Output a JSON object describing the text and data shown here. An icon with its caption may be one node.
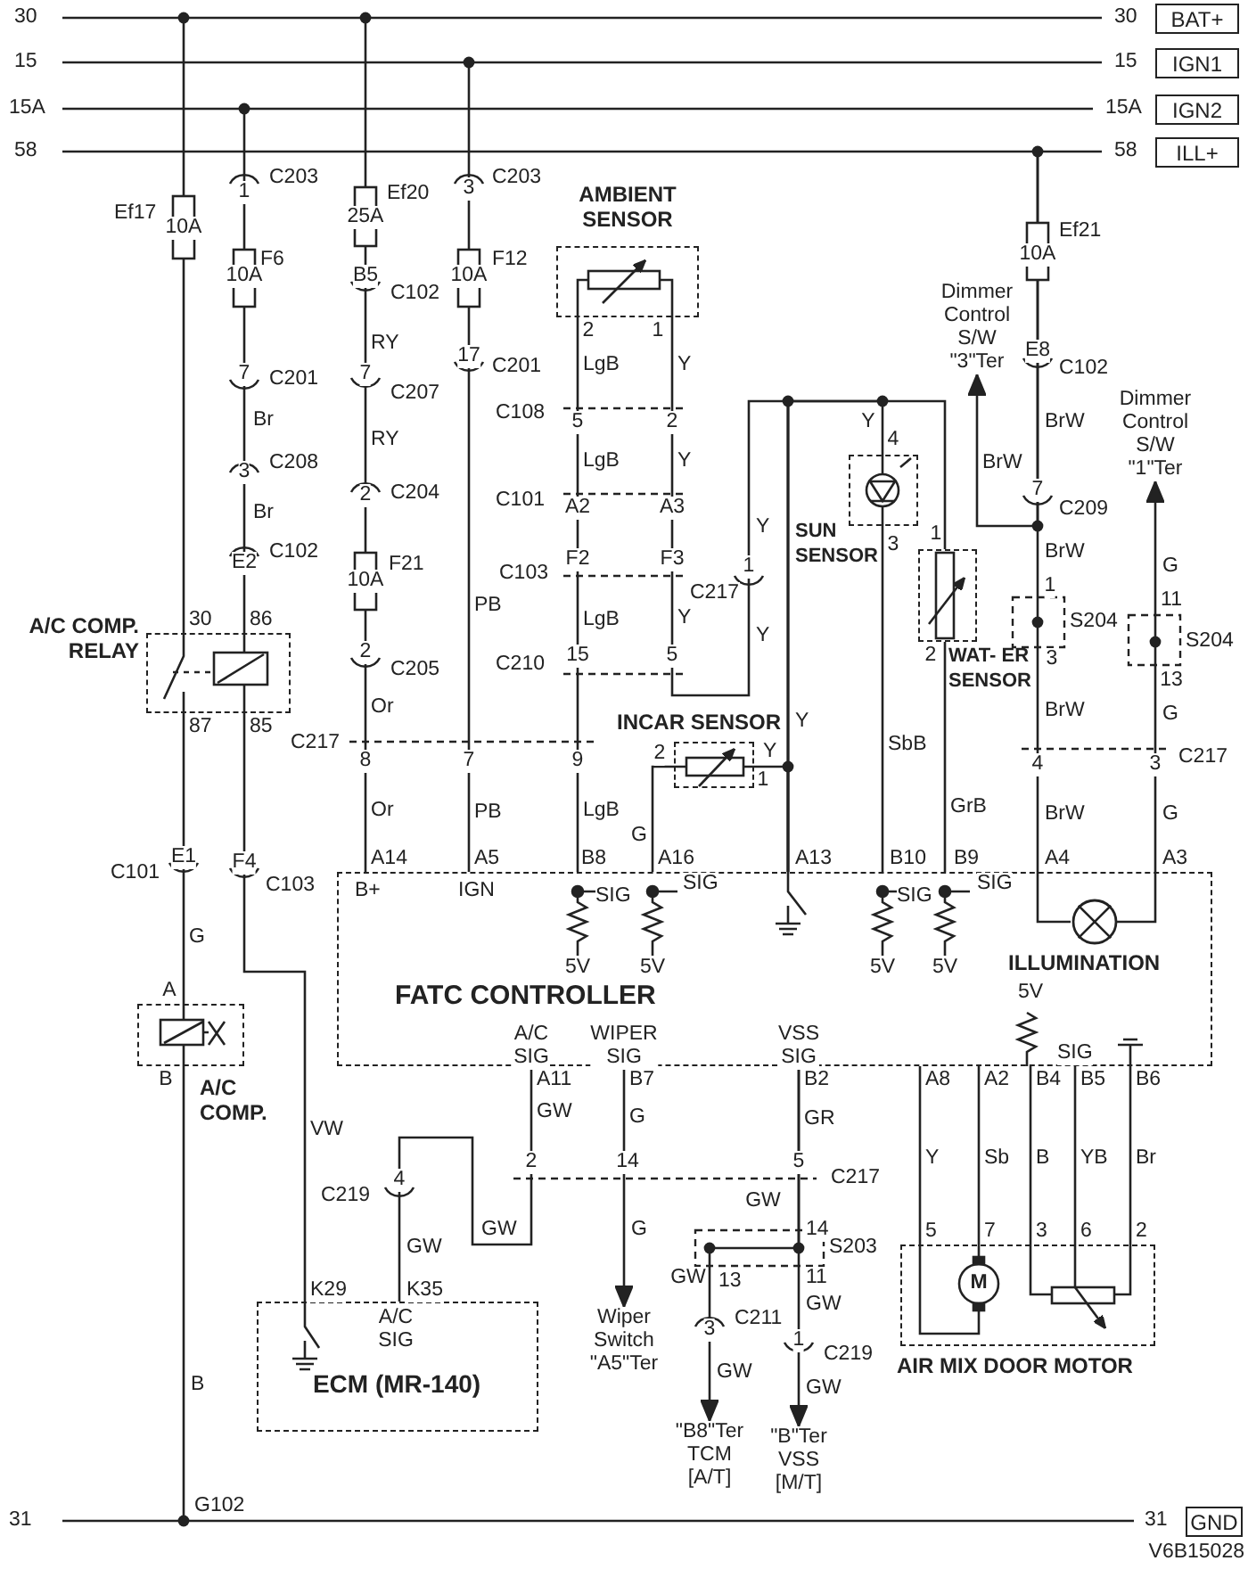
{
  "diagram": {
    "nodes": [
      {
        "text": [
          "BAT+"
        ]
      },
      {
        "text": [
          "IGN1"
        ]
      },
      {
        "text": [
          "IGN2"
        ]
      },
      {
        "text": [
          "ILL+"
        ]
      },
      {
        "text": [
          "GND"
        ]
      },
      {
        "text": [
          "A/C COMP. RELAY"
        ]
      },
      {
        "text": [
          "A/C COMP."
        ]
      },
      {
        "text": [
          "AMBIENT SENSOR"
        ]
      },
      {
        "text": [
          "SUN SENSOR"
        ]
      },
      {
        "text": [
          "WAT- ER SENSOR"
        ]
      },
      {
        "text": [
          "INCAR SENSOR"
        ]
      },
      {
        "text": [
          "FATC CONTROLLER"
        ]
      },
      {
        "text": [
          "ILLUMINATION"
        ],
        "in": 11
      },
      {
        "text": [
          "ECM (MR-140)"
        ]
      },
      {
        "text": [
          "AIR MIX DOOR MOTOR"
        ]
      },
      {
        "text": [
          "Dimmer Control S/W \"3\"Ter"
        ]
      },
      {
        "text": [
          "Dimmer Control S/W \"1\"Ter"
        ]
      },
      {
        "text": [
          "Wiper Switch \"A5\"Ter"
        ]
      },
      {
        "text": [
          "\"B8\"Ter TCM [A/T]"
        ]
      },
      {
        "text": [
          "\"B\"Ter VSS [M/T]"
        ]
      },
      {
        "text": [],
        "shape": "bar"
      },
      {
        "text": [],
        "shape": "bar"
      },
      {
        "text": [],
        "shape": "bar"
      },
      {
        "text": [],
        "shape": "bar"
      },
      {
        "text": [],
        "shape": "bar"
      }
    ],
    "edges": [
      {
        "from": 20,
        "to": 5,
        "arrow": "none"
      },
      {
        "from": 22,
        "to": 5,
        "arrow": "none"
      },
      {
        "from": 5,
        "to": 6,
        "arrow": "none"
      },
      {
        "from": 5,
        "to": 13,
        "arrow": "none"
      },
      {
        "from": 6,
        "to": 24,
        "arrow": "none"
      },
      {
        "from": 20,
        "to": 11,
        "arrow": "none"
      },
      {
        "from": 21,
        "to": 11,
        "arrow": "none"
      },
      {
        "from": 7,
        "to": 11,
        "arrow": "none"
      },
      {
        "from": 7,
        "to": 11,
        "arrow": "none"
      },
      {
        "from": 10,
        "to": 11,
        "arrow": "none"
      },
      {
        "from": 8,
        "to": 11,
        "arrow": "none"
      },
      {
        "from": 9,
        "to": 11,
        "arrow": "none"
      },
      {
        "from": 8,
        "to": 11,
        "arrow": "none"
      },
      {
        "from": 9,
        "to": 11,
        "arrow": "none"
      },
      {
        "from": 10,
        "to": 11,
        "arrow": "none"
      },
      {
        "from": 23,
        "to": 12,
        "arrow": "none"
      },
      {
        "from": 23,
        "to": 15,
        "arrow": "to"
      },
      {
        "from": 12,
        "to": 16,
        "arrow": "to"
      },
      {
        "from": 11,
        "to": 13,
        "arrow": "none"
      },
      {
        "from": 11,
        "to": 17,
        "arrow": "to"
      },
      {
        "from": 11,
        "to": 18,
        "arrow": "to"
      },
      {
        "from": 11,
        "to": 19,
        "arrow": "to"
      },
      {
        "from": 11,
        "to": 14,
        "arrow": "none"
      },
      {
        "from": 11,
        "to": 14,
        "arrow": "none"
      },
      {
        "from": 11,
        "to": 14,
        "arrow": "none"
      },
      {
        "from": 11,
        "to": 14,
        "arrow": "none"
      },
      {
        "from": 11,
        "to": 14,
        "arrow": "none"
      }
    ],
    "labels": [
      "30",
      "15",
      "15A",
      "58",
      "30",
      "15",
      "15A",
      "58",
      "Ef17",
      "10A",
      "1",
      "C203",
      "F6",
      "10A",
      "7",
      "C201",
      "Br",
      "3",
      "C208",
      "Br",
      "E2",
      "C102",
      "30",
      "86",
      "87",
      "85",
      "C101",
      "E1",
      "F4",
      "C103",
      "G",
      "A",
      "B",
      "VW",
      "B",
      "G102",
      "31",
      "31",
      "V6B15028",
      "Ef20",
      "25A",
      "B5",
      "C102",
      "RY",
      "7",
      "C207",
      "RY",
      "2",
      "C204",
      "F21",
      "10A",
      "2",
      "C205",
      "Or",
      "C217",
      "8",
      "Or",
      "A14",
      "B+",
      "3",
      "C203",
      "F12",
      "10A",
      "17",
      "C201",
      "PB",
      "7",
      "PB",
      "A5",
      "IGN",
      "2",
      "1",
      "LgB",
      "Y",
      "C108",
      "5",
      "2",
      "LgB",
      "Y",
      "C101",
      "A2",
      "A3",
      "C103",
      "F2",
      "F3",
      "C217",
      "1",
      "Y",
      "LgB",
      "Y",
      "Y",
      "C210",
      "15",
      "5",
      "9",
      "LgB",
      "B8",
      "SIG",
      "5V",
      "Y",
      "2",
      "Y",
      "1",
      "G",
      "A16",
      "SIG",
      "5V",
      "A13",
      "Y",
      "4",
      "3",
      "SbB",
      "B10",
      "SIG",
      "5V",
      "1",
      "2",
      "GrB",
      "B9",
      "SIG",
      "5V",
      "BrW",
      "Ef21",
      "10A",
      "E8",
      "C102",
      "BrW",
      "7",
      "C209",
      "BrW",
      "1",
      "S204",
      "3",
      "BrW",
      "4",
      "BrW",
      "A4",
      "G",
      "11",
      "S204",
      "13",
      "G",
      "3",
      "C217",
      "G",
      "A3",
      "5V",
      "SIG",
      "A/C SIG",
      "WIPER SIG",
      "VSS SIG",
      "A11",
      "GW",
      "B7",
      "G",
      "B2",
      "GR",
      "A8",
      "A2",
      "B4",
      "B5",
      "B6",
      "Y",
      "Sb",
      "B",
      "YB",
      "Br",
      "5",
      "7",
      "3",
      "6",
      "2",
      "M",
      "2",
      "14",
      "5",
      "C217",
      "GW",
      "C219",
      "4",
      "GW",
      "K29",
      "K35",
      "A/C SIG",
      "G",
      "GW",
      "14",
      "S203",
      "GW",
      "13",
      "11",
      "GW",
      "3",
      "C211",
      "1",
      "C219",
      "GW",
      "GW"
    ]
  }
}
